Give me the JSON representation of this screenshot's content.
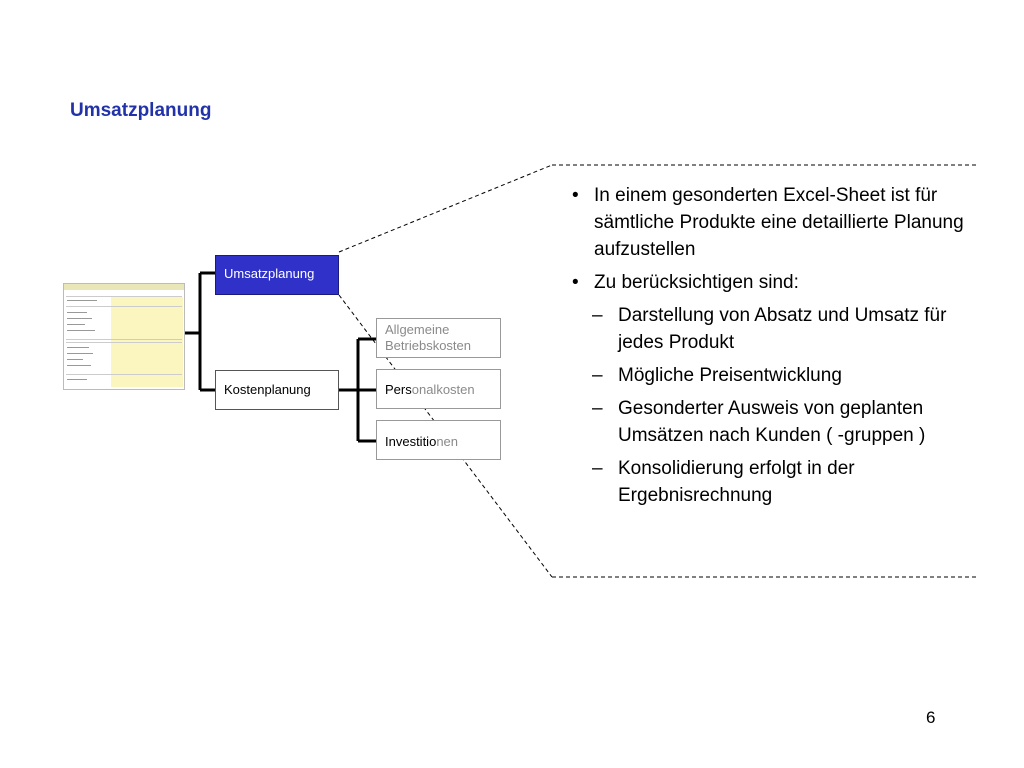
{
  "slide": {
    "title": "Umsatzplanung",
    "page_number": "6"
  },
  "diagram": {
    "primary_box": "Umsatzplanung",
    "cost_box": "Kostenplanung",
    "sub_boxes": {
      "general_costs_line1": "Allgemeine",
      "general_costs_line2": "Betriebskosten",
      "personnel_dark": "Pers",
      "personnel_light": "onalkosten",
      "investments_dark": "Investitio",
      "investments_light": "nen"
    }
  },
  "bullets": {
    "b1": "In einem gesonderten Excel-Sheet ist für sämtliche Produkte eine detaillierte Planung aufzustellen",
    "b2": "Zu berücksichtigen sind:",
    "s1": "Darstellung von Absatz und Umsatz für jedes Produkt",
    "s2": "Mögliche Preisentwicklung",
    "s3": "Gesonderter Ausweis von geplanten Umsätzen nach Kunden ( -gruppen )",
    "s4": "Konsolidierung erfolgt in der Ergebnisrechnung",
    "bullet_mark": "•",
    "dash_mark": "–"
  }
}
